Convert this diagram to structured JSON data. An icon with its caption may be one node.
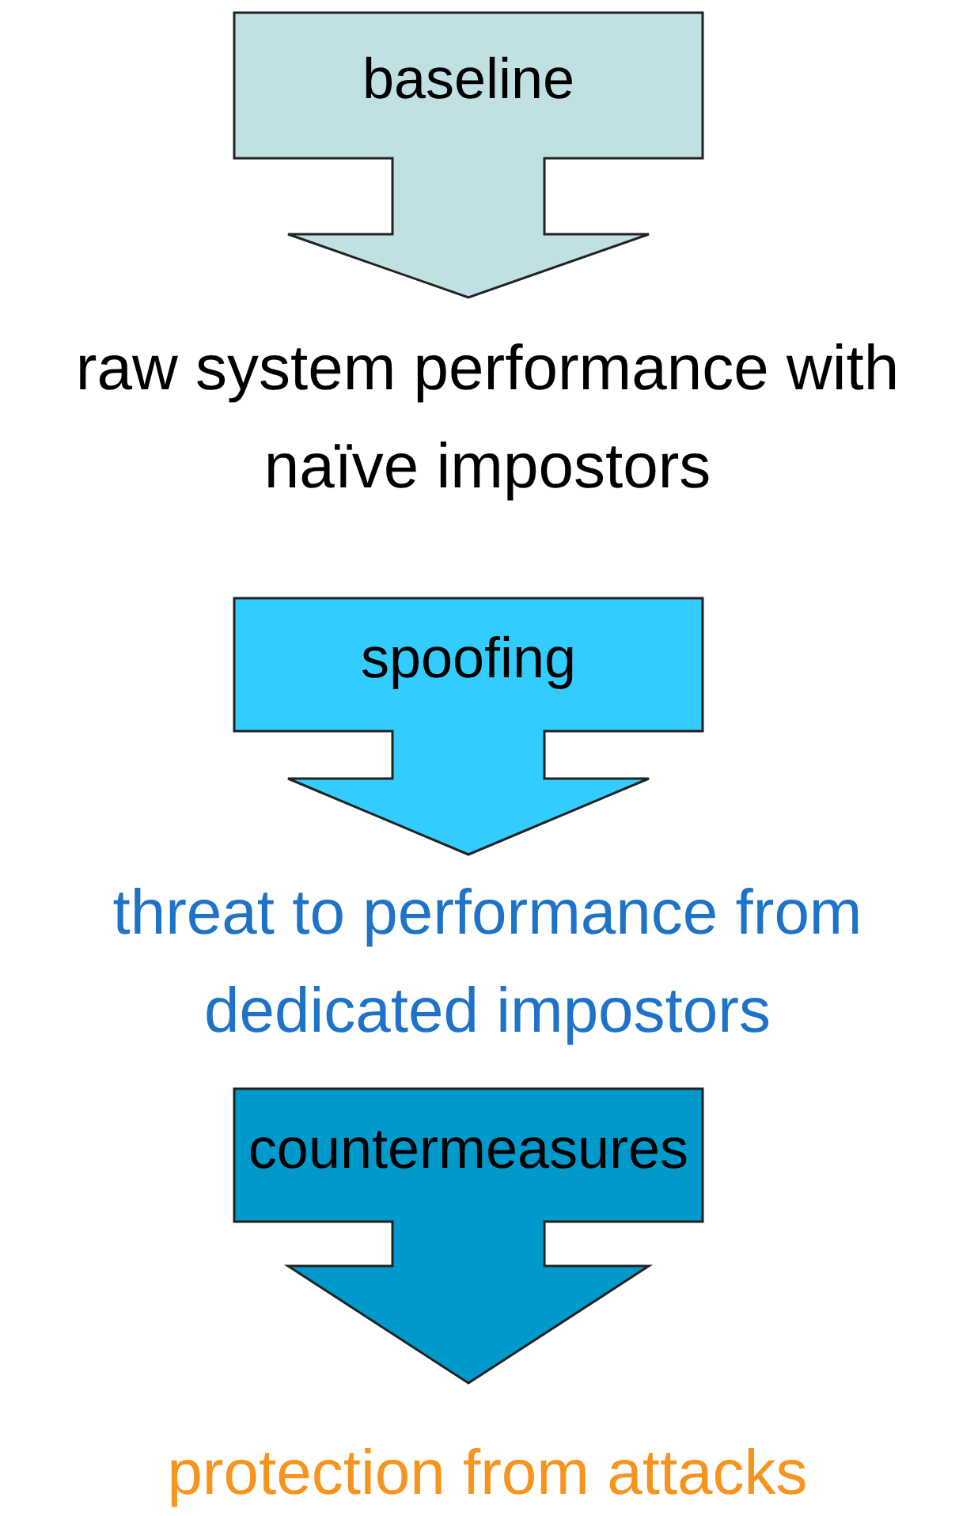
{
  "diagram": {
    "nodes": [
      {
        "text": [
          "baseline"
        ],
        "beside": [
          "raw system performance with naïve impostors"
        ]
      },
      {
        "text": [
          "spoofing"
        ],
        "beside": [
          "threat to performance from dedicated impostors"
        ]
      },
      {
        "text": [
          "countermeasures"
        ],
        "beside": [
          "protection from attacks"
        ]
      }
    ]
  }
}
